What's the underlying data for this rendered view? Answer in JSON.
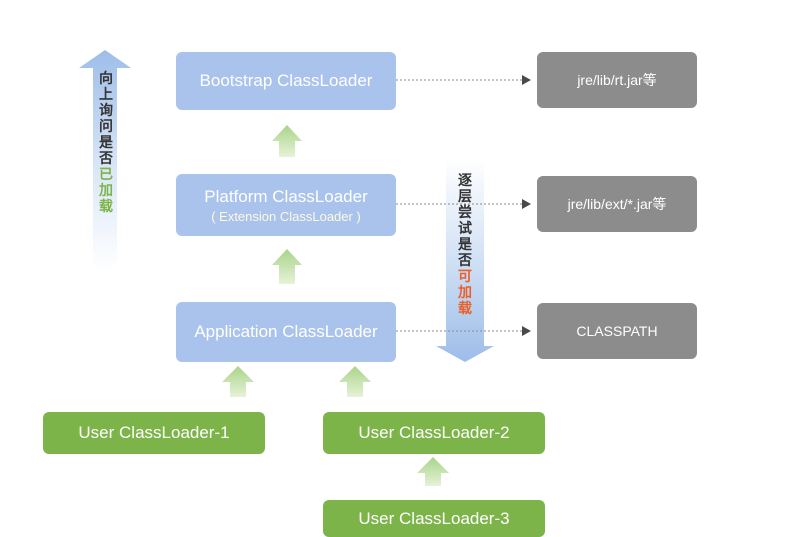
{
  "loaders": {
    "bootstrap": "Bootstrap ClassLoader",
    "platform": "Platform ClassLoader",
    "platform_sub": "( Extension ClassLoader )",
    "application": "Application ClassLoader"
  },
  "resources": {
    "bootstrap": "jre/lib/rt.jar等",
    "platform": "jre/lib/ext/*.jar等",
    "application": "CLASSPATH"
  },
  "user_loaders": {
    "user1": "User ClassLoader-1",
    "user2": "User ClassLoader-2",
    "user3": "User ClassLoader-3"
  },
  "left_label": {
    "chars": [
      "向",
      "上",
      "询",
      "问",
      "是",
      "否"
    ],
    "highlight": [
      "已",
      "加",
      "载"
    ],
    "highlight_color": "#7cb44a"
  },
  "middle_label": {
    "chars": [
      "逐",
      "层",
      "尝",
      "试",
      "是",
      "否"
    ],
    "highlight": [
      "可",
      "加",
      "载"
    ],
    "highlight_color": "#e8612c"
  },
  "colors": {
    "loader_box": "#a9c3ec",
    "resource_box": "#8c8c8c",
    "user_box": "#7cb44a",
    "up_arrow": "#b9dca0"
  }
}
